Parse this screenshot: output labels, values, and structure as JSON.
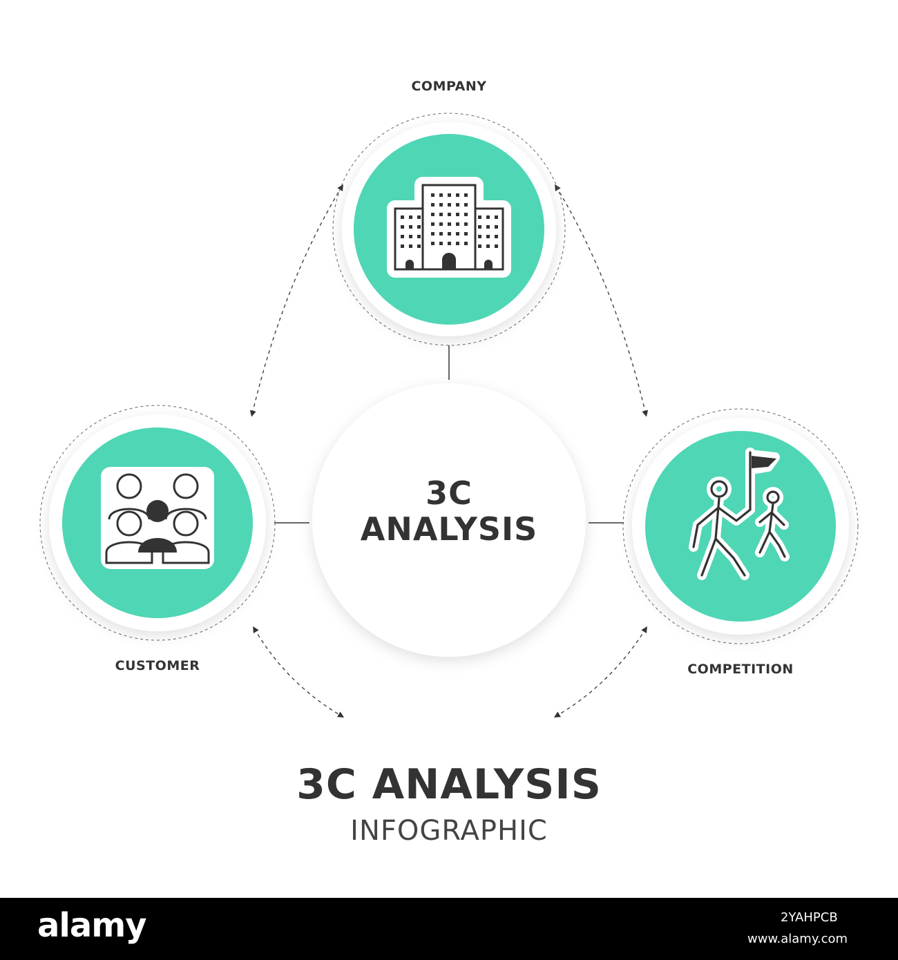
{
  "diagram": {
    "center_line1": "3C",
    "center_line2": "ANALYSIS",
    "nodes": {
      "company": {
        "label": "COMPANY",
        "icon": "office-buildings-icon"
      },
      "customer": {
        "label": "CUSTOMER",
        "icon": "people-group-icon"
      },
      "competition": {
        "label": "COMPETITION",
        "icon": "race-to-flag-icon"
      }
    }
  },
  "title": "3C ANALYSIS",
  "subtitle": "INFOGRAPHIC",
  "footer": {
    "brand": "alamy",
    "image_id": "2YAHPCB",
    "url": "www.alamy.com"
  },
  "colors": {
    "accent": "#4fd6b5",
    "text": "#333333",
    "footer_bg": "#000000"
  }
}
